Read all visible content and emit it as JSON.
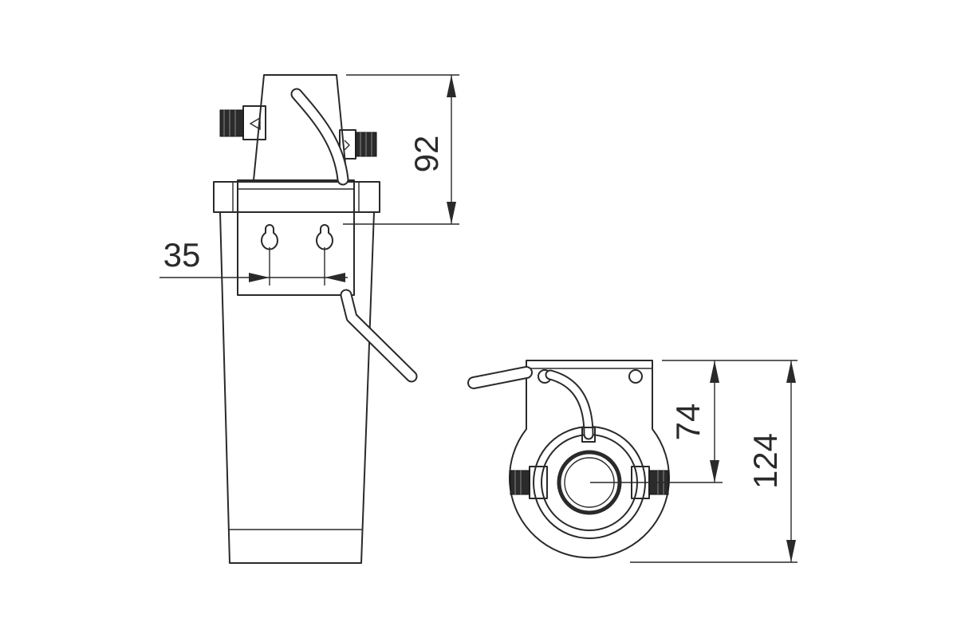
{
  "dimensions": {
    "height_upper": "92",
    "hole_spacing": "35",
    "center_height": "74",
    "total_height": "124"
  }
}
